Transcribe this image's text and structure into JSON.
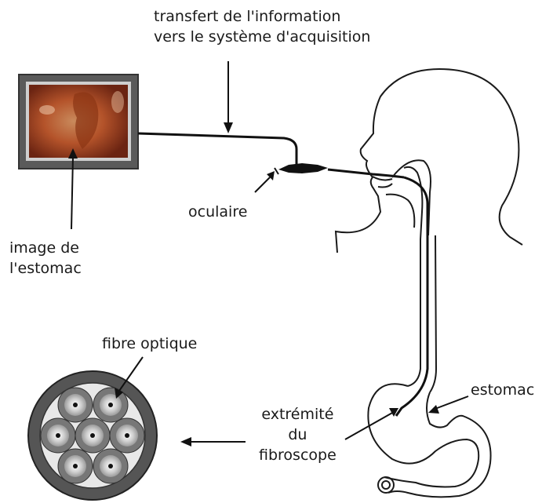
{
  "labels": {
    "transfer": [
      "transfert de l'information",
      "vers le système d'acquisition"
    ],
    "oculaire": "oculaire",
    "image": [
      "image de",
      "l'estomac"
    ],
    "fibre": "fibre optique",
    "estomac": "estomac",
    "extremite": [
      "extrémité",
      "du",
      "fibroscope"
    ]
  },
  "colors": {
    "line": "#111111",
    "monitor_frame": "#5a5a5a",
    "screen_tissue": "#b4532a",
    "fiber_cladding": "#6e6e6e",
    "fiber_core": "#dcdcdc"
  }
}
